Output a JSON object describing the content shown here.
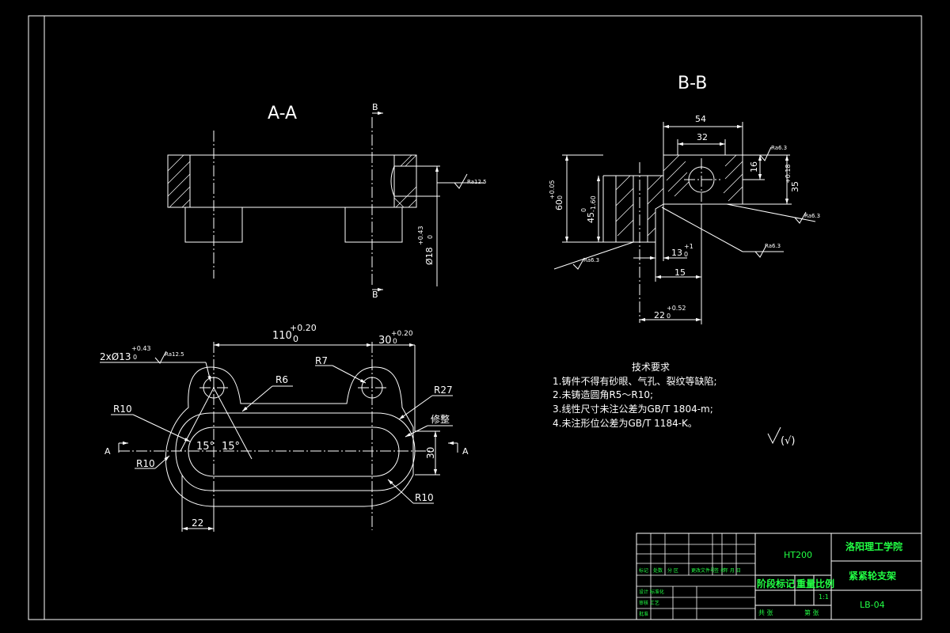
{
  "views": {
    "aa": {
      "title": "A-A",
      "section_mark": "B",
      "dim_dia": "Ø18",
      "dim_dia_tol_upper": "+0.43",
      "dim_dia_tol_lower": "0",
      "roughness": "Ra12.5"
    },
    "bb": {
      "title": "B-B",
      "dim_54": "54",
      "dim_32": "32",
      "dim_16": "16",
      "dim_35": "35",
      "dim_35_tol": "+0.18",
      "dim_60": "60",
      "dim_60_tol_upper": "+0.05",
      "dim_60_tol_lower": "0",
      "dim_45": "45",
      "dim_45_tol_upper": "0",
      "dim_45_tol_lower": "-1.60",
      "dim_13": "13",
      "dim_13_tol_upper": "+1",
      "dim_13_tol_lower": "0",
      "dim_15": "15",
      "dim_22": "22",
      "dim_22_tol_upper": "+0.52",
      "dim_22_tol_lower": "0",
      "roughness_a": "Ra6.3",
      "roughness_b": "Ra6.3",
      "roughness_c": "Ra6.3",
      "roughness_d": "Ra6.3"
    },
    "plan": {
      "dim_110": "110",
      "dim_110_tol_upper": "+0.20",
      "dim_110_tol_lower": "0",
      "dim_30": "30",
      "dim_30_tol_upper": "+0.20",
      "dim_30_tol_lower": "0",
      "holes": "2xØ13",
      "holes_tol_upper": "+0.43",
      "holes_tol_lower": "0",
      "holes_roughness": "Ra12.5",
      "r7": "R7",
      "r6": "R6",
      "r27": "R27",
      "r10_a": "R10",
      "r10_b": "R10",
      "r10_c": "R10",
      "angle_left": "15°",
      "angle_right": "15°",
      "dim_22": "22",
      "dim_30_vert": "30",
      "trim_note": "修整",
      "section_left": "A",
      "section_right": "A"
    }
  },
  "requirements": {
    "title": "技术要求",
    "items": [
      "1.铸件不得有砂眼、气孔、裂纹等缺陷;",
      "2.未铸造圆角R5～R10;",
      "3.线性尺寸未注公差为GB/T 1804-m;",
      "4.未注形位公差为GB/T 1184-K。"
    ]
  },
  "general_roughness": "(√)",
  "title_block": {
    "material": "HT200",
    "school": "洛阳理工学院",
    "part_name": "紧紧轮支架",
    "drawing_no": "LB-04",
    "stage_mark": "阶段标记",
    "weight": "重量",
    "scale": "比例",
    "scale_value": "1:1",
    "total_sheets": "共 张",
    "sheet_no": "第 张",
    "row_labels": [
      "标记",
      "处数",
      "分 区",
      "更改文件号",
      "签 名",
      "年 月 日"
    ],
    "designer_row": "设计 标准化",
    "reviewer_row": "审核 工艺",
    "approve_row": "批准"
  }
}
